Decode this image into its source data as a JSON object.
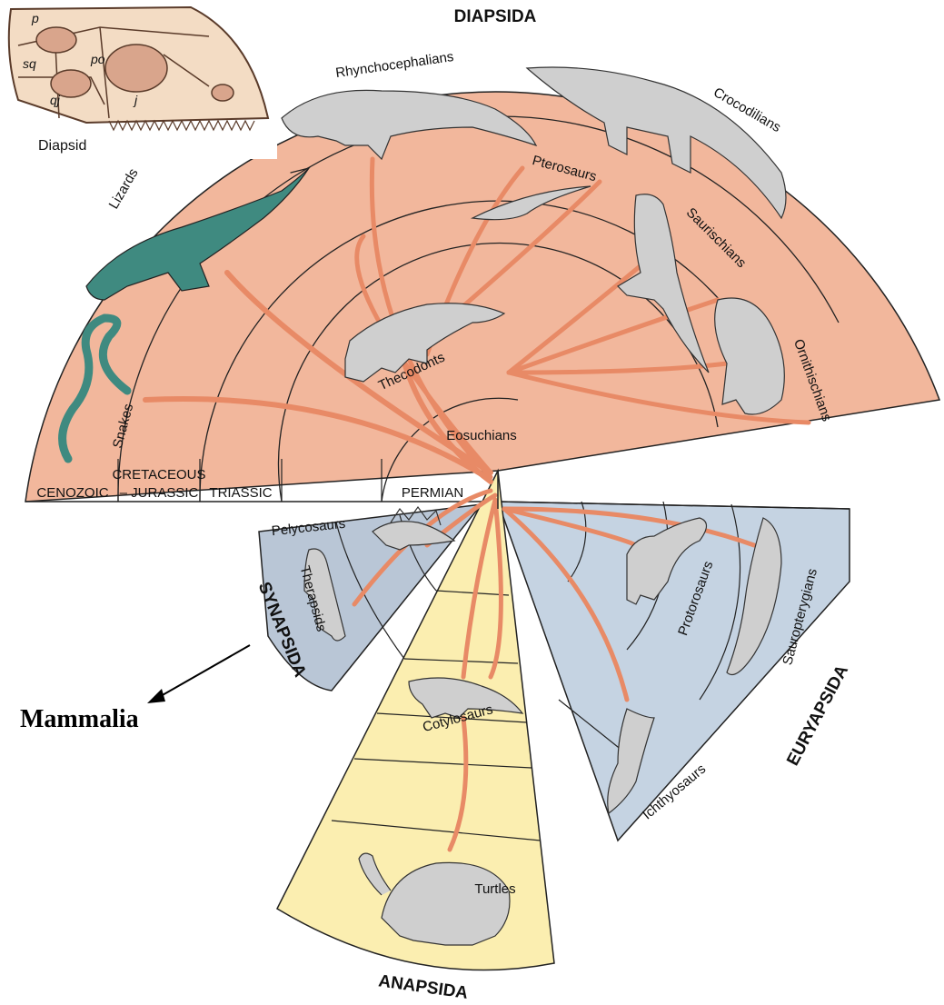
{
  "groups": {
    "diapsida": "DIAPSIDA",
    "synapsida": "SYNAPSIDA",
    "anapsida": "ANAPSIDA",
    "euryapsida": "EURYAPSIDA"
  },
  "eras": {
    "cenozoic": "CENOZOIC",
    "cretaceous_line1": "CRETACEOUS",
    "cretaceous_line2": "– JURASSIC",
    "triassic": "TRIASSIC",
    "permian": "PERMIAN"
  },
  "taxa": {
    "rhynchocephalians": "Rhynchocephalians",
    "crocodilians": "Crocodilians",
    "pterosaurs": "Pterosaurs",
    "saurischians": "Saurischians",
    "ornithischians": "Ornithischians",
    "thecodonts": "Thecodonts",
    "eosuchians": "Eosuchians",
    "lizards": "Lizards",
    "snakes": "Snakes",
    "pelycosaurs": "Pelycosaurs",
    "therapsids": "Therapsids",
    "cotylosaurs": "Cotylosaurs",
    "turtles": "Turtles",
    "protorosaurs": "Protorosaurs",
    "sauropterygians": "Sauropterygians",
    "ichthyosaurs": "Ichthyosaurs"
  },
  "skull_inset": {
    "caption": "Diapsid",
    "labels": {
      "p": "p",
      "sq": "sq",
      "po": "po",
      "qj": "qj",
      "j": "j"
    }
  },
  "annotation": {
    "mammalia": "Mammalia"
  },
  "colors": {
    "diapsida_fill": "#f2b79c",
    "anapsida_fill": "#fbeeb0",
    "euryapsida_fill": "#c5d3e2",
    "synapsida_fill": "#b9c6d6",
    "branch": "#e88a66",
    "animal_gray": "#cfcfcf",
    "animal_green": "#3f8a80"
  }
}
